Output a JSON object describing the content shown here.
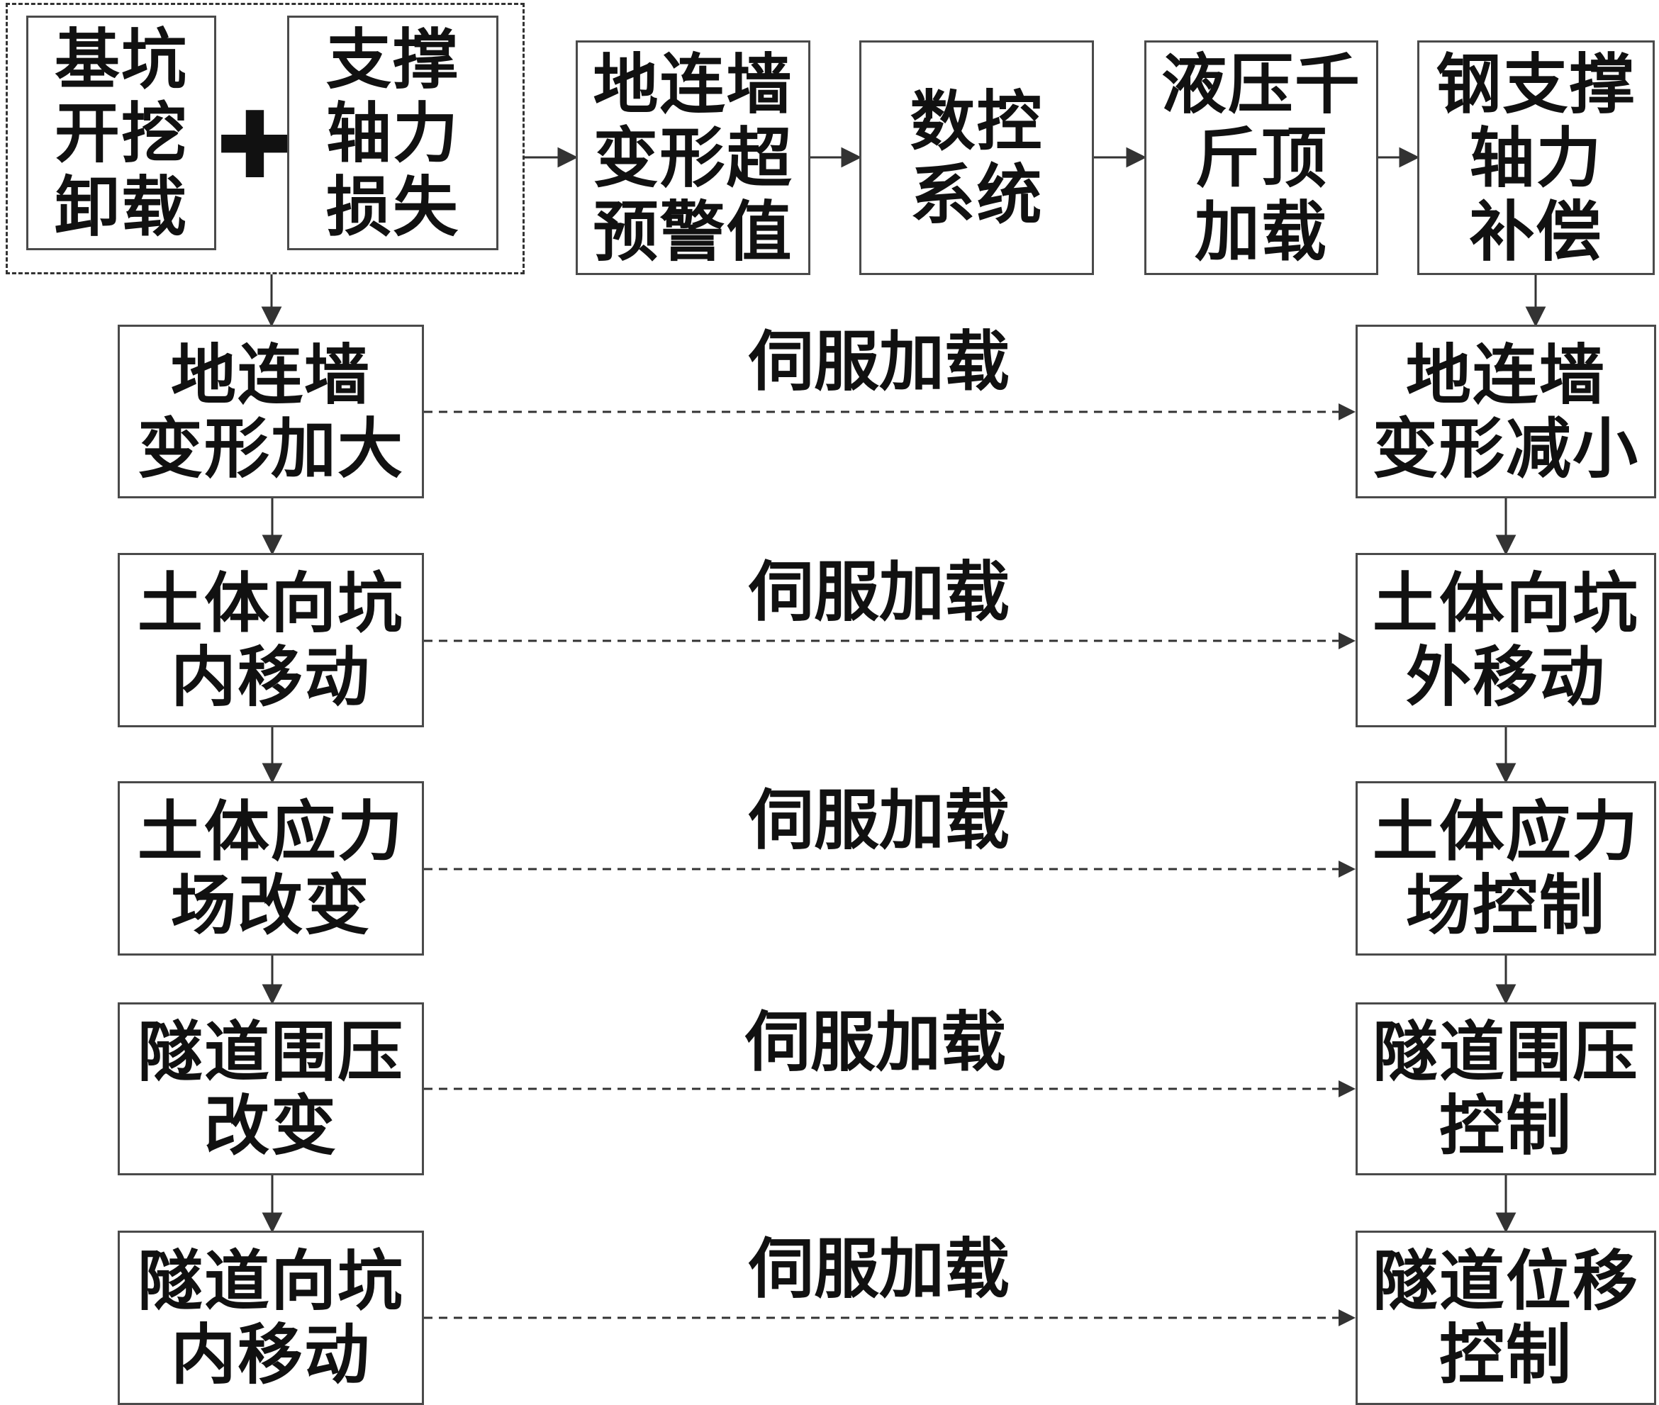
{
  "top_row": {
    "group": {
      "box_a": "基坑\n开挖\n卸载",
      "operator": "✚",
      "box_b": "支撑\n轴力\n损失"
    },
    "steps": [
      "地连墙\n变形超\n预警值",
      "数控\n系统",
      "液压千\n斤顶\n加载",
      "钢支撑\n轴力\n补偿"
    ]
  },
  "left_chain": [
    "地连墙\n变形加大",
    "土体向坑\n内移动",
    "土体应力\n场改变",
    "隧道围压\n改变",
    "隧道向坑\n内移动"
  ],
  "right_chain": [
    "地连墙\n变形减小",
    "土体向坑\n外移动",
    "土体应力\n场控制",
    "隧道围压\n控制",
    "隧道位移\n控制"
  ],
  "link_labels": [
    "伺服加载",
    "伺服加载",
    "伺服加载",
    "伺服加载",
    "伺服加载"
  ],
  "colors": {
    "line": "#333333",
    "box_border": "#4a4a4a"
  }
}
